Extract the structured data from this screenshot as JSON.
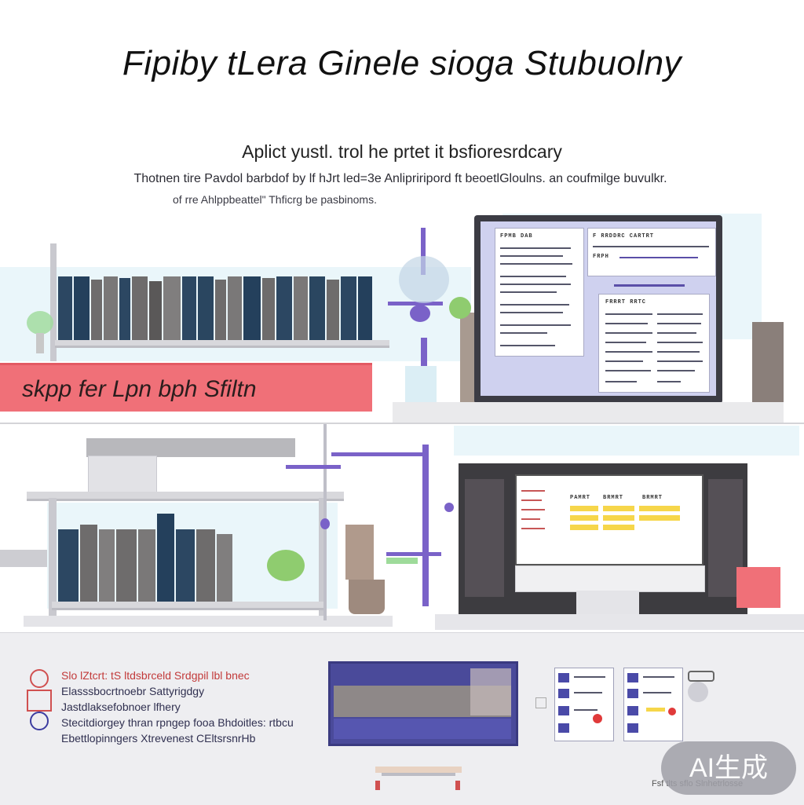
{
  "header": {
    "title": "Fipiby tLera Ginele sioga Stubuolny",
    "subtitle": "Aplict yustl. trol he prtet it bsfioresrdcary",
    "desc_line1": "Thotnen tire Pavdol barbdof by lf hJrt led=3e Anlipriripord ft beoetlGloulns. an coufmilge buvulkr.",
    "desc_line2": "of rre Ahlppbeattel\" Thficrg be pasbinoms."
  },
  "banner": {
    "text": "skpp fer Lpn bph Sfiltn"
  },
  "monitor_top": {
    "left_doc_header": "FPMB DAB",
    "right_doc_header": "F RRDDRC CARTRT",
    "small_label": "FRPH",
    "inner_doc_header": "FRRRT RRTC"
  },
  "monitor_mid": {
    "col_labels": [
      "PAMRT",
      "BRMRT",
      "BRMRT"
    ]
  },
  "bottom": {
    "lines": [
      "Slo lZtcrt: tS ltdsbrceld Srdgpil lbl bnec",
      "Elasssbocrtnoebr Sattyrigdgy",
      "Jastdlaksefobnoer lfhery",
      "Stecitdiorgey thran rpngep fooa Bhdoitles: rtbcu",
      "Ebettlopinngers Xtrevenest CEltsrsnrHb"
    ],
    "footer": "Fsf tlts sflo Slnhetrlosse"
  },
  "badge": {
    "text": "AI生成"
  },
  "colors": {
    "accent": "#7a62c8",
    "banner": "#f07078",
    "book_navy": "#2c4762",
    "book_gray": "#6e6c6c",
    "highlight": "#f6d64a"
  }
}
